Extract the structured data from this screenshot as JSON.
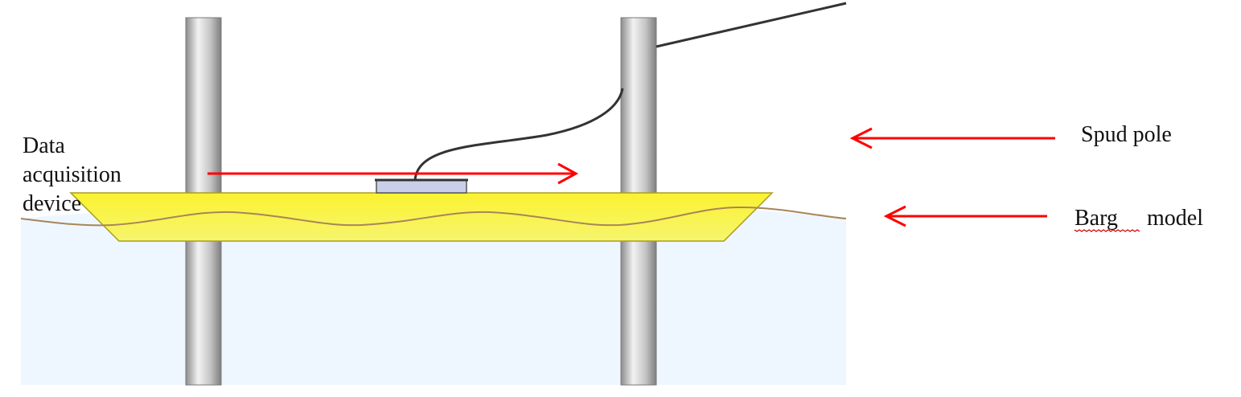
{
  "labels": {
    "device_line1": "Data",
    "device_line2": "acquisition",
    "device_line3": "device",
    "spud_pole": "Spud pole",
    "barge_word": "Barg",
    "barge_model": "model"
  },
  "colors": {
    "water": "#eef7ff",
    "barge_fill": "#f6f04a",
    "barge_stroke": "#a89d20",
    "wave_line": "#a8855a",
    "pole_light": "#f2f2f2",
    "pole_mid": "#c4c4c4",
    "pole_dark": "#8c8c8c",
    "arrow": "#ff0000",
    "cable": "#333333",
    "device_fill": "#c9cfe8",
    "device_stroke": "#555555"
  }
}
